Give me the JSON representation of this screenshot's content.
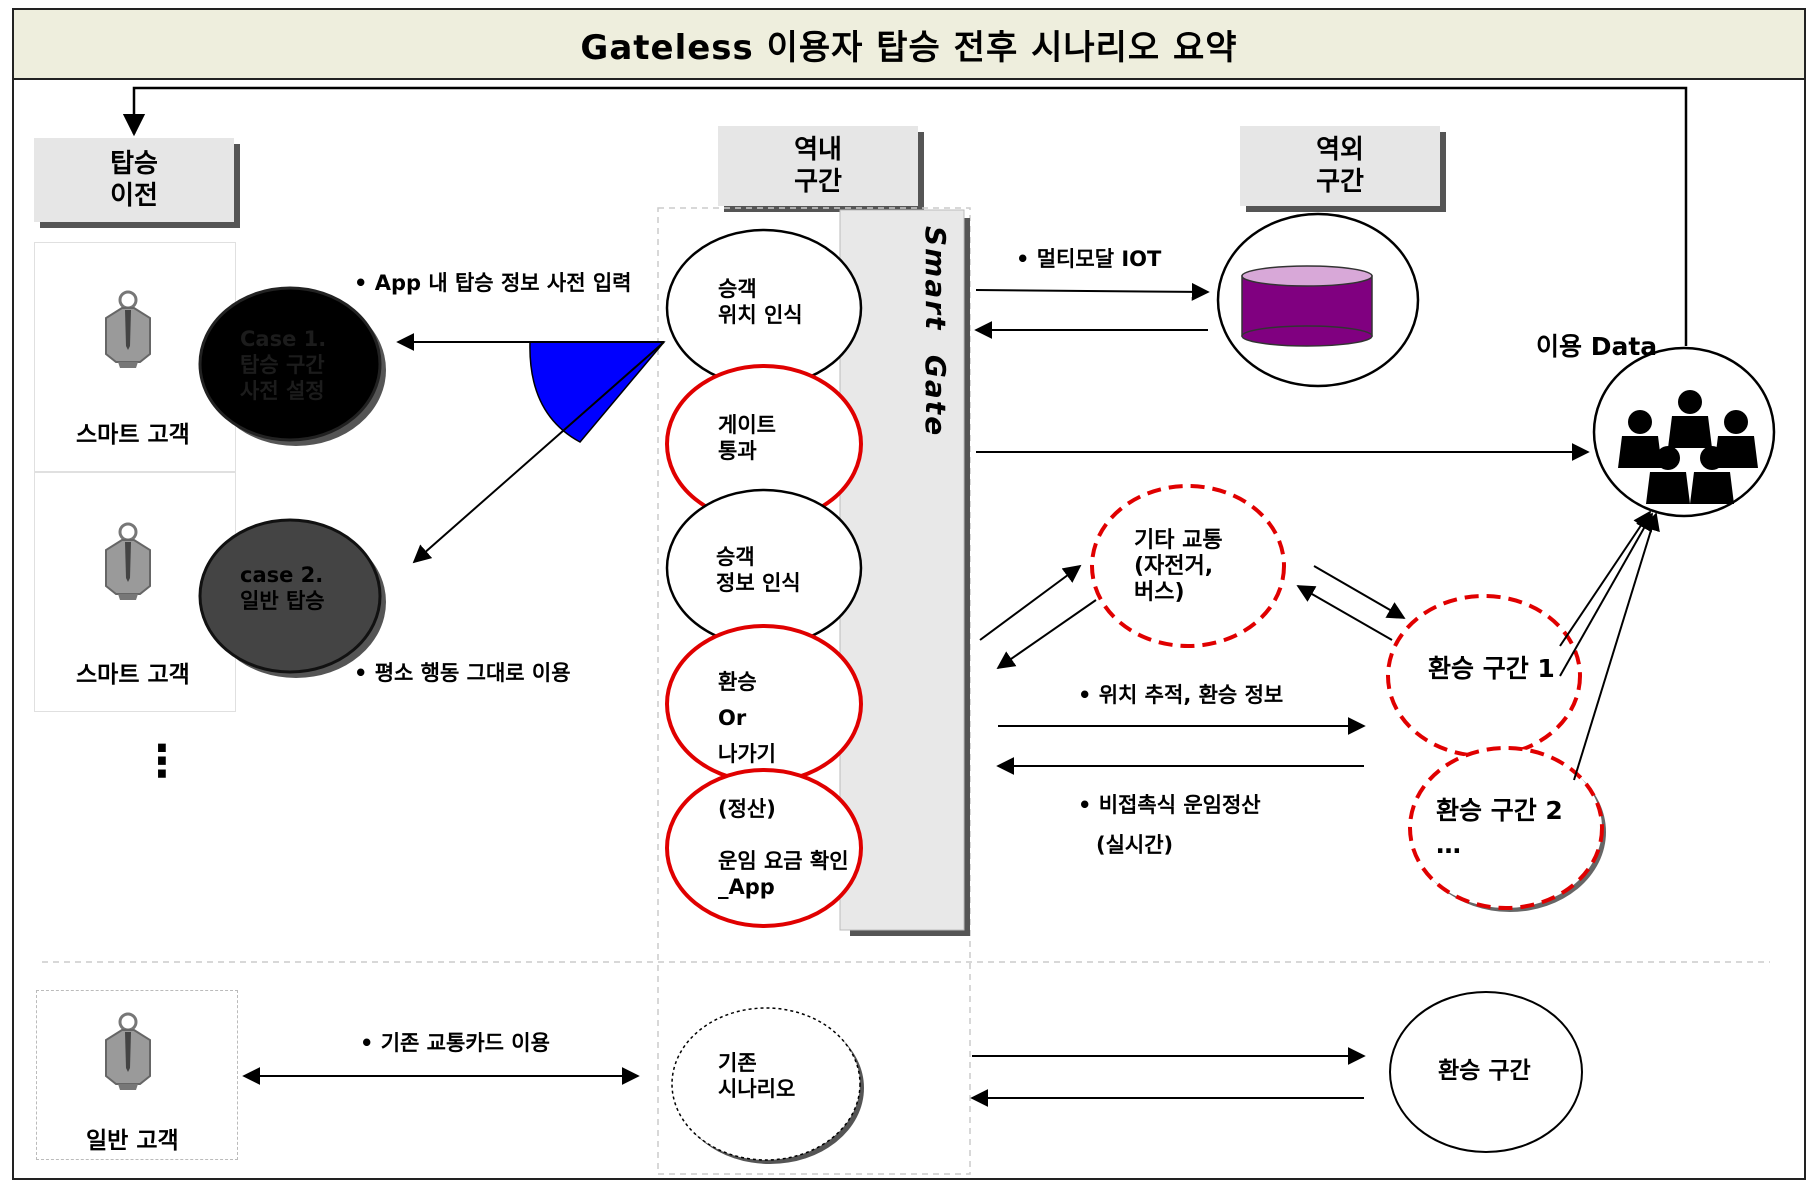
{
  "title": "Gateless 이용자 탑승 전후 시나리오 요약",
  "headers": {
    "before": "탑승\n이전",
    "inside": "역내\n구간",
    "outside": "역외\n구간"
  },
  "smart_gate": "Smart  Gate",
  "customers": {
    "smart1": "스마트 고객",
    "smart2": "스마트 고객",
    "general": "일반 고객",
    "ellipsis": "⋮"
  },
  "cases": {
    "case1": "Case 1.\n탑승 구간\n사전 설정",
    "case2": "case 2.\n일반 탑승"
  },
  "annotations": {
    "app_input": "• App 내 탑승 정보 사전 입력",
    "normal_use": "• 평소 행동 그대로 이용",
    "multimodal": "• 멀티모달 IOT",
    "tracking": "• 위치 추적, 환승 정보",
    "fare": "• 비접촉식 운임정산",
    "realtime": "(실시간)",
    "card": "• 기존 교통카드 이용"
  },
  "gate_steps": {
    "step1": "승객\n위치 인식",
    "step2": "게이트\n통과",
    "step3": "승객\n정보 인식",
    "step4": "환승\nOr\n나가기",
    "step5": "(정산)\n\n운임 요금 확인\n_App"
  },
  "outside_nodes": {
    "other_transport": "기타 교통\n(자전거,\n버스)",
    "transfer1": "환승 구간 1",
    "transfer2": "환승 구간 2\n…",
    "usage_data": "이용 Data",
    "legacy": "기존\n시나리오",
    "transfer": "환승 구간"
  },
  "colors": {
    "title_bg": "#eeeedd",
    "accent_red": "#e00000",
    "db_purple": "#800080",
    "blue_wedge": "#0000ff"
  }
}
